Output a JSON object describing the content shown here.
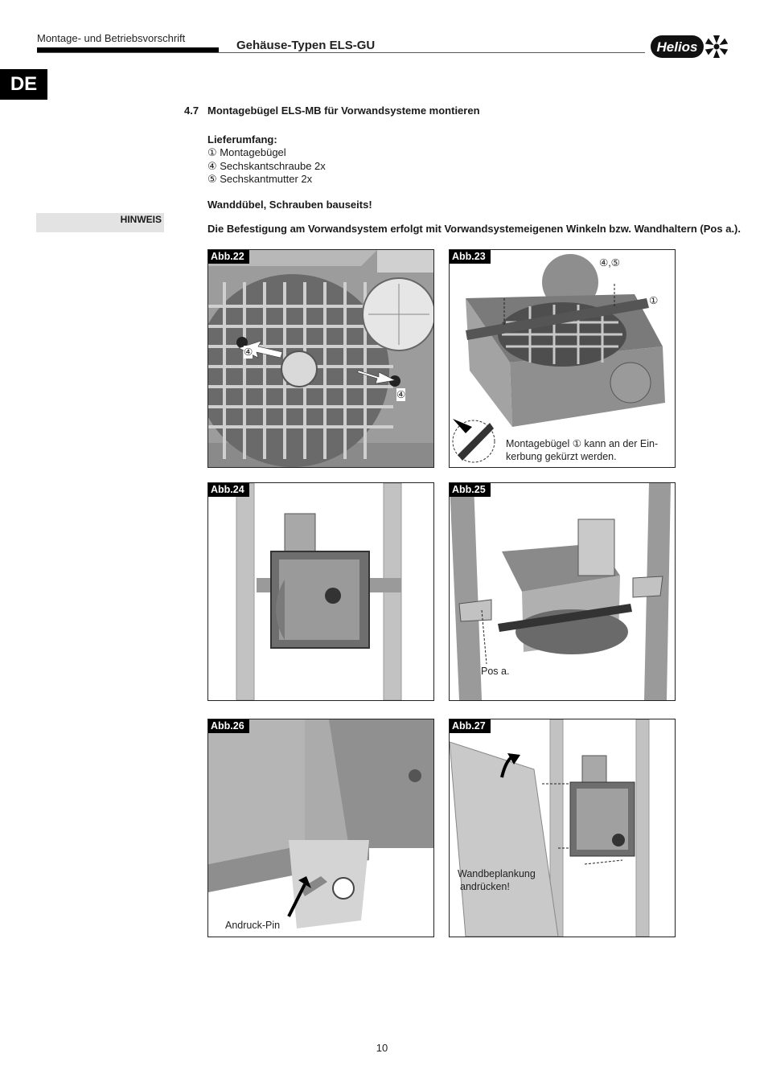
{
  "header": {
    "manual_label": "Montage- und Betriebsvorschrift",
    "title": "Gehäuse-Typen ELS-GU",
    "brand": "Helios",
    "language_tab": "DE"
  },
  "section": {
    "number": "4.7",
    "title": "Montagebügel ELS-MB für Vorwandsysteme montieren"
  },
  "scope": {
    "heading": "Lieferumfang:",
    "items": [
      "① Montagebügel",
      "④ Sechskantschraube 2x",
      "⑤ Sechskantmutter 2x"
    ]
  },
  "wall_note": "Wanddübel, Schrauben bauseits!",
  "hint": {
    "label": "HINWEIS",
    "text": "Die Befestigung am Vorwandsystem erfolgt mit Vorwandsystemeigenen Winkeln bzw. Wandhaltern (Pos a.)."
  },
  "figures": {
    "abb22": {
      "tag": "Abb.22",
      "callout_a": "④",
      "callout_b": "④"
    },
    "abb23": {
      "tag": "Abb.23",
      "callout_top": "④,⑤",
      "callout_right": "①",
      "caption_line1": "Montagebügel  ① kann an der Ein-",
      "caption_line2": "kerbung gekürzt werden."
    },
    "abb24": {
      "tag": "Abb.24"
    },
    "abb25": {
      "tag": "Abb.25",
      "caption": "Pos a."
    },
    "abb26": {
      "tag": "Abb.26",
      "caption": "Andruck-Pin"
    },
    "abb27": {
      "tag": "Abb.27",
      "caption_line1": "Wandbeplankung",
      "caption_line2": "andrücken!"
    }
  },
  "page_number": "10",
  "colors": {
    "frame": "#222222",
    "figure_bg": "#f4f4f4",
    "hint_bg": "#e3e3e3",
    "tag_bg": "#000000"
  }
}
